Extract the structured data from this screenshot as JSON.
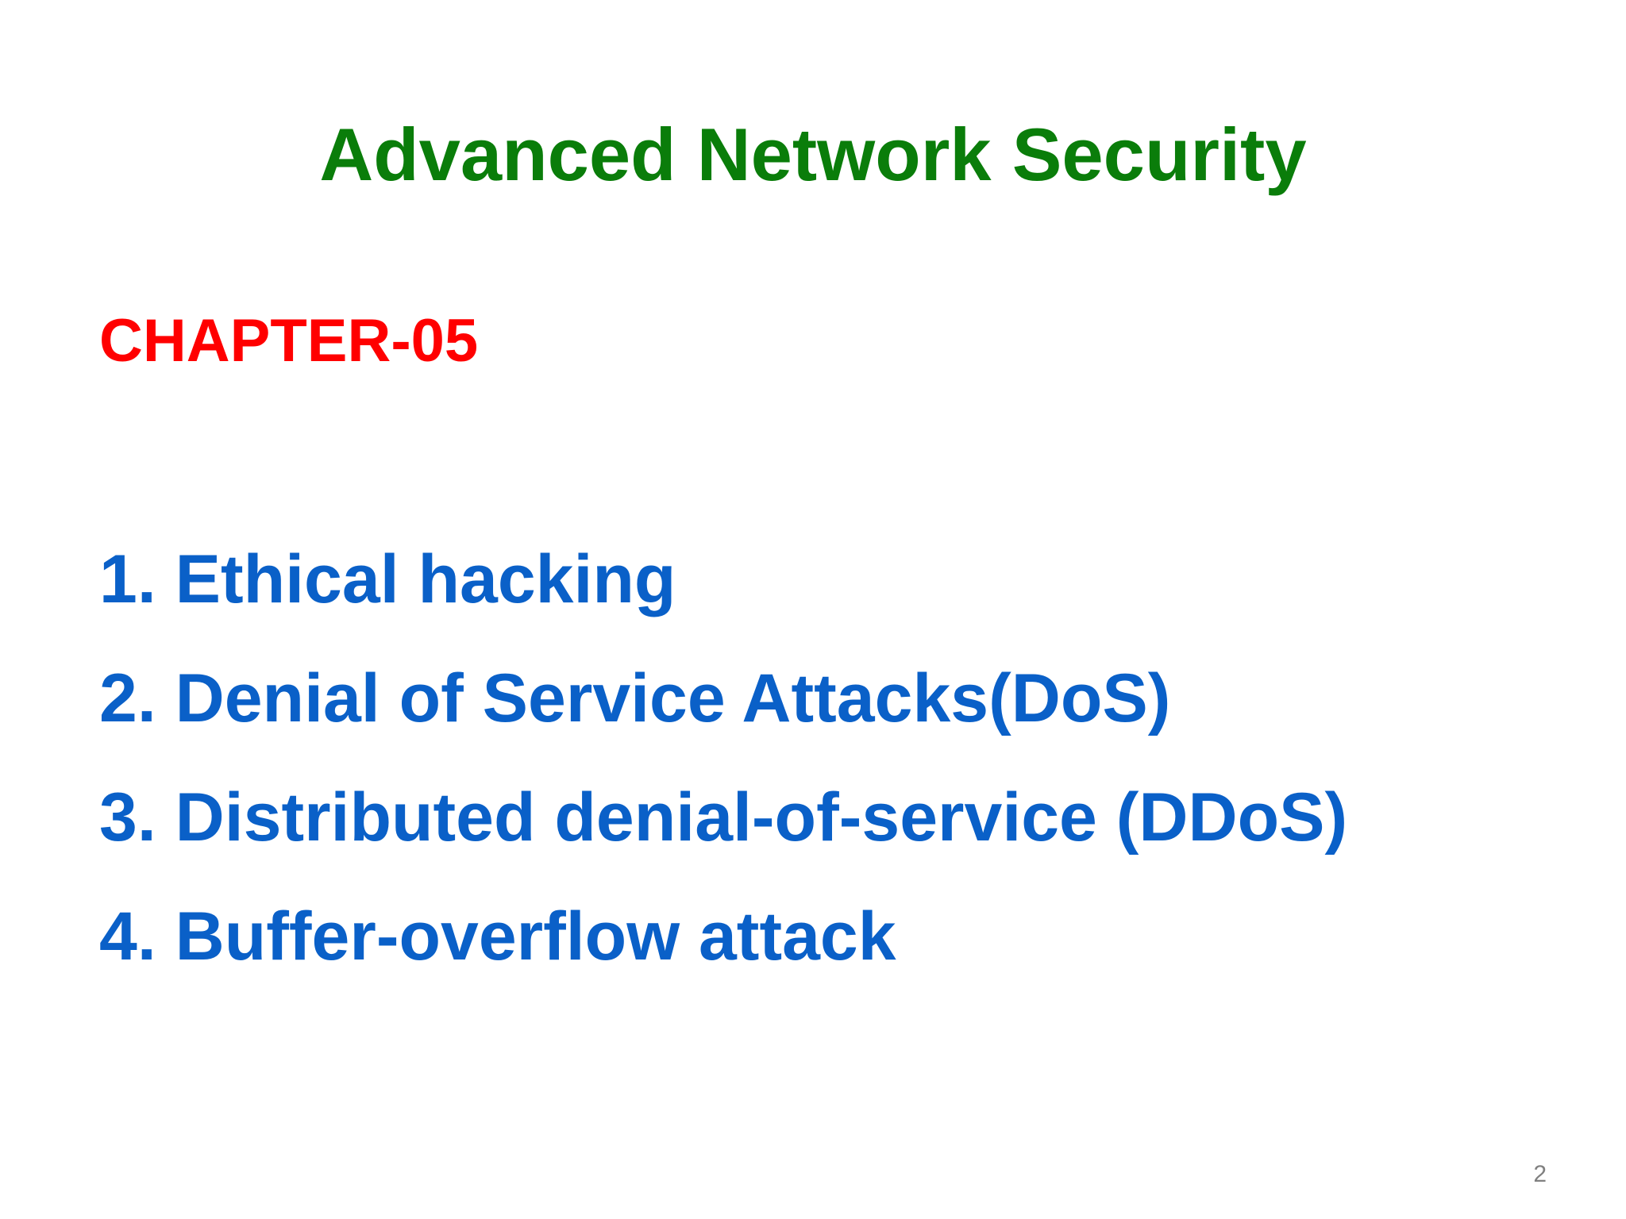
{
  "slide": {
    "title": "Advanced Network Security",
    "chapter": "CHAPTER-05",
    "topics": [
      "1. Ethical hacking",
      "2. Denial of Service Attacks(DoS)",
      "3. Distributed denial-of-service (DDoS)",
      "4. Buffer-overflow attack"
    ],
    "page_number": "2"
  },
  "colors": {
    "title": "#0a7d0a",
    "chapter": "#ff0000",
    "topics": "#0a60c8",
    "page_number": "#808080",
    "background": "#ffffff"
  }
}
